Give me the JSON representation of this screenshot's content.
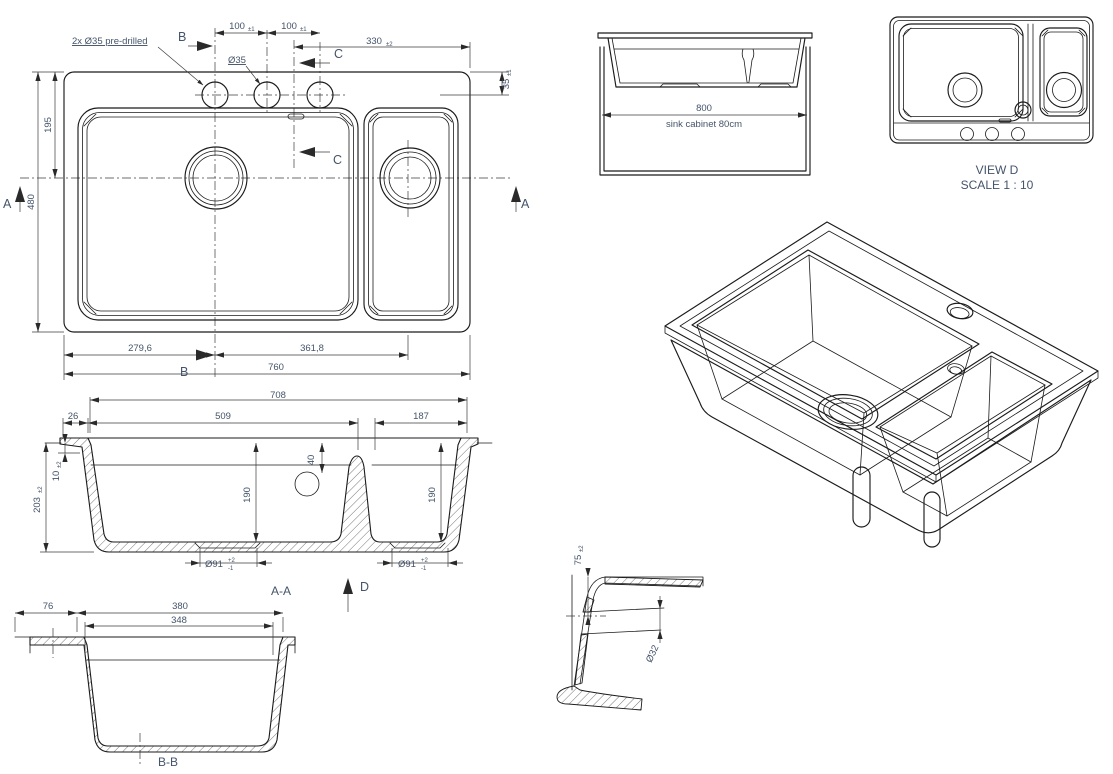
{
  "plan": {
    "note_predrilled": "2x Ø35 pre-drilled",
    "dia35": "Ø35",
    "d100a": {
      "v": "100",
      "t": "±1"
    },
    "d100b": {
      "v": "100",
      "t": "±1"
    },
    "d330": {
      "v": "330",
      "t": "±2"
    },
    "d195": "195",
    "d480": "480",
    "d35": {
      "v": "35",
      "t": "±1"
    },
    "d279": "279,6",
    "d361": "361,8",
    "d760": "760",
    "markers": {
      "a": "A",
      "b": "B",
      "c": "C"
    }
  },
  "section_aa": {
    "d708": "708",
    "d26": "26",
    "d509": "509",
    "d187": "187",
    "d40": "40",
    "d10": {
      "v": "10",
      "t": "±2"
    },
    "d203": {
      "v": "203",
      "t": "±2"
    },
    "d190l": "190",
    "d190r": "190",
    "d91l": {
      "v": "Ø91",
      "tp": "+2",
      "tn": "-1"
    },
    "d91r": {
      "v": "Ø91",
      "tp": "+2",
      "tn": "-1"
    },
    "label": "A-A",
    "marker_d": "D"
  },
  "section_bb": {
    "d76": "76",
    "d380": "380",
    "d348": "348",
    "label": "B-B"
  },
  "detail": {
    "d75": {
      "v": "75",
      "t": "±2"
    },
    "dia32": "Ø32"
  },
  "cabinet": {
    "d800": "800",
    "caption": "sink cabinet 80cm"
  },
  "view_d": {
    "title": "VIEW D",
    "scale": "SCALE 1 : 10"
  },
  "colors": {
    "line": "#1b1b1b",
    "dim_text": "#44546a",
    "background": "#ffffff"
  }
}
